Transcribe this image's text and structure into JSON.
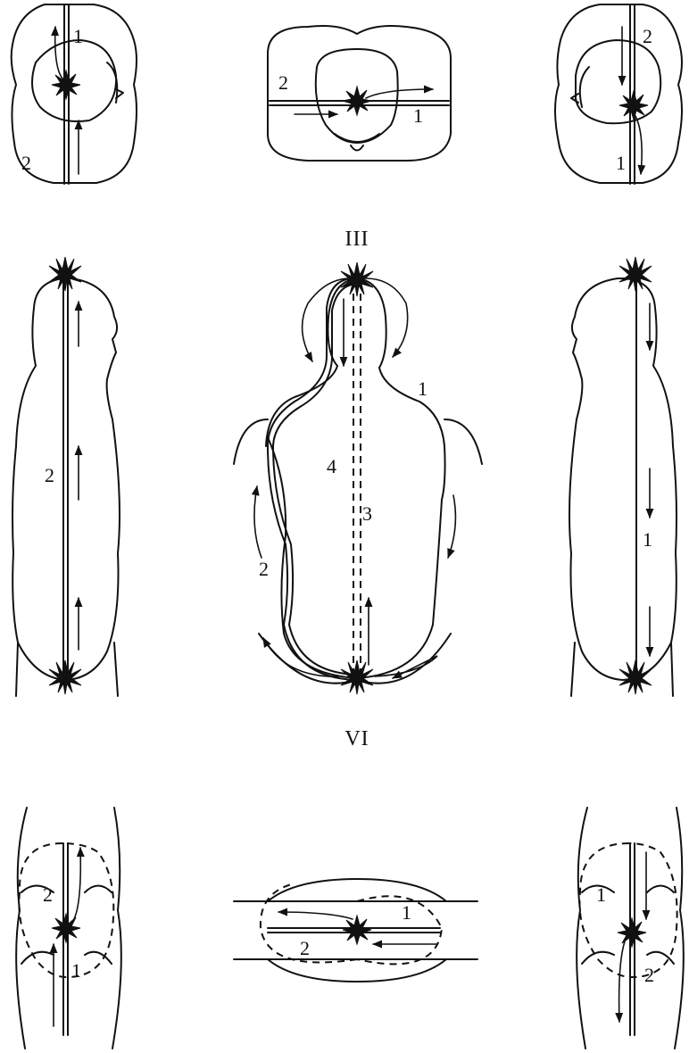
{
  "section_labels": {
    "upper": "III",
    "lower": "VI"
  },
  "numbers": {
    "one": "1",
    "two": "2",
    "three": "3",
    "four": "4"
  },
  "colors": {
    "ink": "#111111",
    "background": "#ffffff"
  }
}
